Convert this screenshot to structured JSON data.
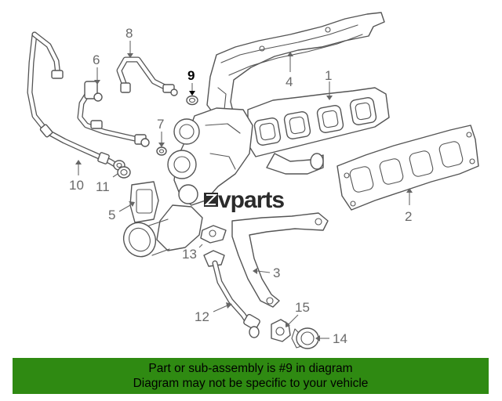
{
  "diagram": {
    "callouts": [
      {
        "id": "1",
        "label": "1"
      },
      {
        "id": "2",
        "label": "2"
      },
      {
        "id": "3",
        "label": "3"
      },
      {
        "id": "4",
        "label": "4"
      },
      {
        "id": "5",
        "label": "5"
      },
      {
        "id": "6",
        "label": "6"
      },
      {
        "id": "7",
        "label": "7"
      },
      {
        "id": "8",
        "label": "8"
      },
      {
        "id": "9",
        "label": "9"
      },
      {
        "id": "10",
        "label": "10"
      },
      {
        "id": "11",
        "label": "11"
      },
      {
        "id": "12",
        "label": "12"
      },
      {
        "id": "13",
        "label": "13"
      },
      {
        "id": "14",
        "label": "14"
      },
      {
        "id": "15",
        "label": "15"
      }
    ],
    "highlighted_part": "9",
    "watermark": "vparts"
  },
  "banner": {
    "line1": "Part or sub-assembly is #9 in diagram",
    "line2": "Diagram may not be specific to your vehicle",
    "color": "#2f8a12"
  }
}
